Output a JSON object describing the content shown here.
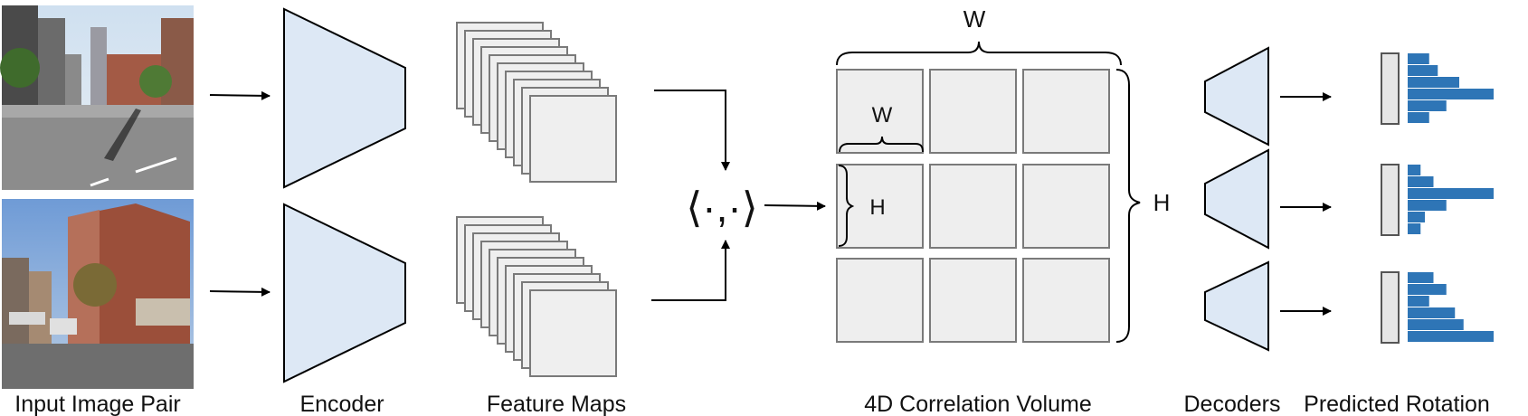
{
  "labels": {
    "input": "Input Image Pair",
    "encoder": "Encoder",
    "features": "Feature Maps",
    "correlation": "4D Correlation Volume",
    "decoders": "Decoders",
    "rotation": "Predicted Rotation"
  },
  "operator": "⟨·,·⟩",
  "dims": {
    "outer_w": "W",
    "outer_h": "H",
    "inner_w": "W",
    "inner_h": "H"
  },
  "colors": {
    "encoder_fill": "#dde8f5",
    "cell_fill": "#eeeeee",
    "histogram_bar": "#2e75b6",
    "outline": "#000000"
  },
  "photos": {
    "top": "street photo (view 1)",
    "bottom": "street photo (view 2)"
  },
  "histograms": [
    [
      0.25,
      0.35,
      0.6,
      1.0,
      0.45,
      0.25
    ],
    [
      0.15,
      0.3,
      1.0,
      0.45,
      0.2,
      0.15
    ],
    [
      0.3,
      0.45,
      0.25,
      0.55,
      0.65,
      1.0
    ]
  ]
}
